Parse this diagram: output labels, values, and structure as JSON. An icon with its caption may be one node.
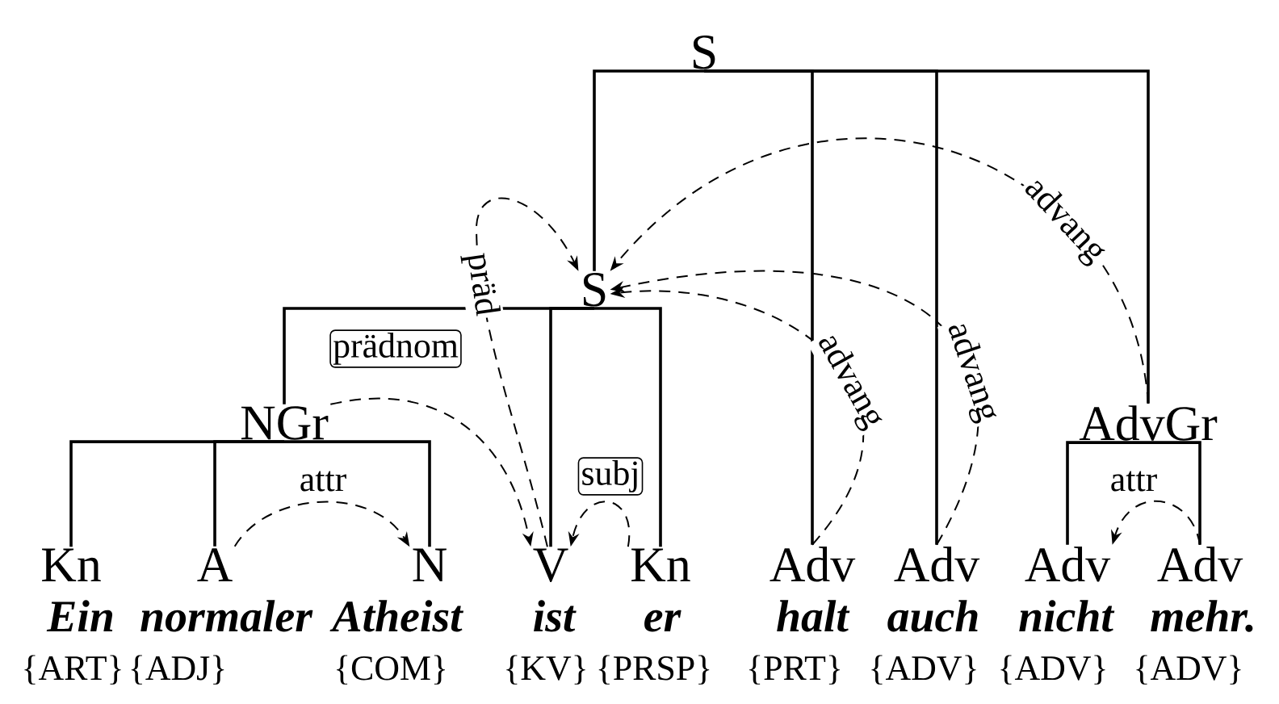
{
  "diagram": {
    "nodes": [
      {
        "text": [
          "S"
        ]
      },
      {
        "text": [
          "S"
        ]
      },
      {
        "text": [
          "NGr"
        ]
      },
      {
        "text": [
          "AdvGr"
        ]
      },
      {
        "text": [
          "Kn"
        ],
        "beside": [
          "Ein",
          "{ART}"
        ]
      },
      {
        "text": [
          "A"
        ],
        "beside": [
          "normaler",
          "{ADJ}"
        ]
      },
      {
        "text": [
          "N"
        ],
        "beside": [
          "Atheist",
          "{COM}"
        ]
      },
      {
        "text": [
          "V"
        ],
        "beside": [
          "ist",
          "{KV}"
        ]
      },
      {
        "text": [
          "Kn"
        ],
        "beside": [
          "er",
          "{PRSP}"
        ]
      },
      {
        "text": [
          "Adv"
        ],
        "beside": [
          "halt",
          "{PRT}"
        ]
      },
      {
        "text": [
          "Adv"
        ],
        "beside": [
          "auch",
          "{ADV}"
        ]
      },
      {
        "text": [
          "Adv"
        ],
        "beside": [
          "nicht",
          "{ADV}"
        ]
      },
      {
        "text": [
          "Adv"
        ],
        "beside": [
          "mehr.",
          "{ADV}"
        ]
      }
    ],
    "edges": [
      {
        "from": 0,
        "to": 1,
        "arrow": "none"
      },
      {
        "from": 0,
        "to": 9,
        "arrow": "none"
      },
      {
        "from": 0,
        "to": 10,
        "arrow": "none"
      },
      {
        "from": 0,
        "to": 3,
        "arrow": "none"
      },
      {
        "from": 1,
        "to": 2,
        "arrow": "none"
      },
      {
        "from": 1,
        "to": 7,
        "arrow": "none"
      },
      {
        "from": 1,
        "to": 8,
        "arrow": "none"
      },
      {
        "from": 2,
        "to": 4,
        "arrow": "none"
      },
      {
        "from": 2,
        "to": 5,
        "arrow": "none"
      },
      {
        "from": 2,
        "to": 6,
        "arrow": "none"
      },
      {
        "from": 3,
        "to": 11,
        "arrow": "none"
      },
      {
        "from": 3,
        "to": 12,
        "arrow": "none"
      },
      {
        "from": 5,
        "to": 6,
        "arrow": "to",
        "style": "dashed",
        "label": "attr"
      },
      {
        "from": 2,
        "to": 7,
        "arrow": "to",
        "style": "dashed",
        "label": "prädnom"
      },
      {
        "from": 7,
        "to": 1,
        "arrow": "to",
        "style": "dashed",
        "label": "präd"
      },
      {
        "from": 8,
        "to": 7,
        "arrow": "to",
        "style": "dashed",
        "label": "subj"
      },
      {
        "from": 9,
        "to": 1,
        "arrow": "to",
        "style": "dashed",
        "label": "advang"
      },
      {
        "from": 10,
        "to": 1,
        "arrow": "to",
        "style": "dashed",
        "label": "advang"
      },
      {
        "from": 3,
        "to": 1,
        "arrow": "to",
        "style": "dashed",
        "label": "advang"
      },
      {
        "from": 12,
        "to": 11,
        "arrow": "to",
        "style": "dashed",
        "label": "attr"
      }
    ]
  }
}
